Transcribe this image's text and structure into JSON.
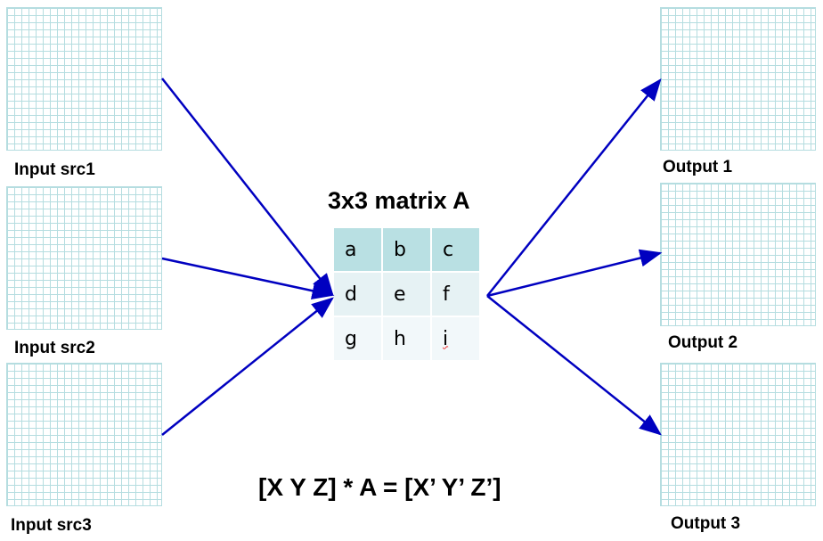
{
  "inputs": [
    "Input src1",
    "Input src2",
    "Input src3"
  ],
  "outputs": [
    "Output 1",
    "Output 2",
    "Output 3"
  ],
  "matrix": {
    "title": "3x3 matrix A",
    "rows": [
      [
        "a",
        "b",
        "c"
      ],
      [
        "d",
        "e",
        "f"
      ],
      [
        "g",
        "h",
        "i"
      ]
    ]
  },
  "equation": "[X Y Z] * A = [X’ Y’ Z’]",
  "colors": {
    "arrow": "#0000c0",
    "grid": "#b5dde0",
    "header": "#b9e0e3"
  }
}
